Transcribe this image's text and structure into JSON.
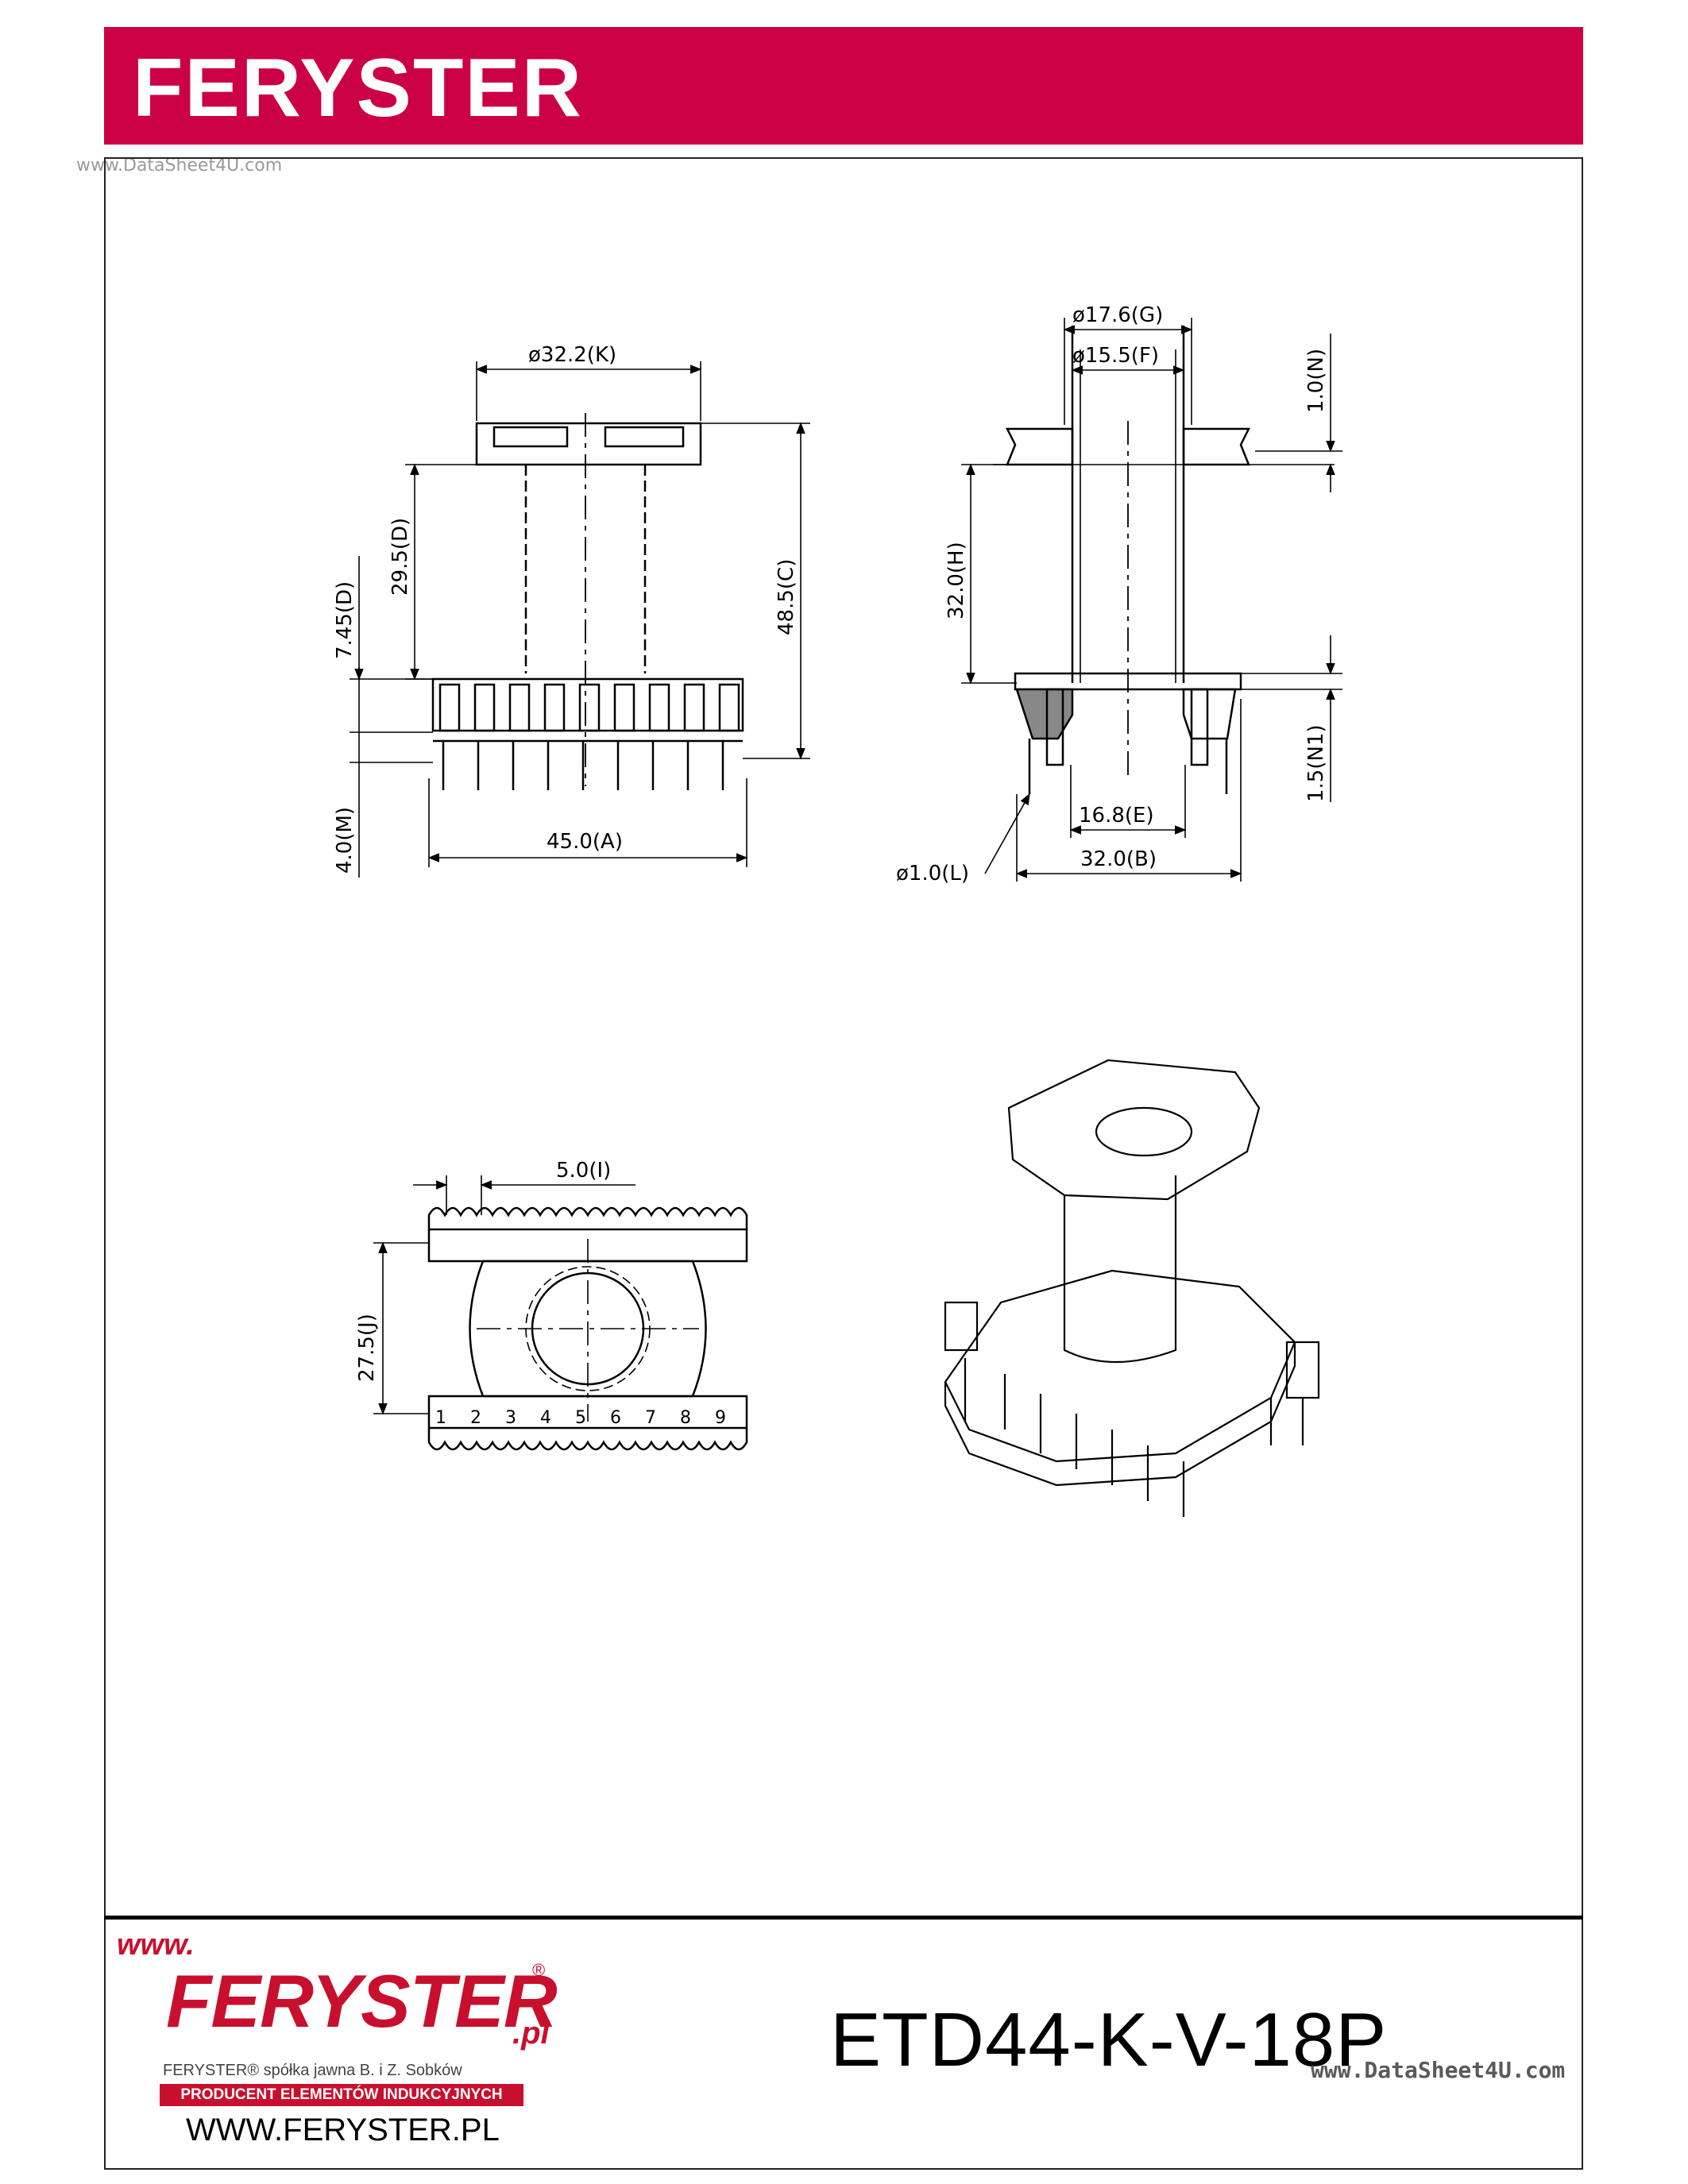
{
  "header": {
    "title": "FERYSTER",
    "accent_color": "#cc0044"
  },
  "watermark_top": "www.DataSheet4U.com",
  "watermark_bottom": "www.DataSheet4U.com",
  "front_view": {
    "dim_k": "ø32.2(K)",
    "dim_d1": "29.5(D)",
    "dim_d2": "7.45(D)",
    "dim_c": "48.5(C)",
    "dim_a": "45.0(A)",
    "dim_m": "4.0(M)"
  },
  "side_view": {
    "dim_g": "ø17.6(G)",
    "dim_f": "ø15.5(F)",
    "dim_n": "1.0(N)",
    "dim_h": "32.0(H)",
    "dim_n1": "1.5(N1)",
    "dim_e": "16.8(E)",
    "dim_l": "ø1.0(L)",
    "dim_b": "32.0(B)"
  },
  "bottom_view": {
    "dim_i": "5.0(I)",
    "dim_j": "27.5(J)",
    "pin_numbers": [
      "1",
      "2",
      "3",
      "4",
      "5",
      "6",
      "7",
      "8",
      "9"
    ]
  },
  "footer": {
    "logo_www": "www.",
    "logo_name": "FERYSTER",
    "logo_reg": "®",
    "logo_domain": ".pl",
    "company": "FERYSTER® spółka jawna B. i Z. Sobków",
    "tagline": "PRODUCENT ELEMENTÓW INDUKCYJNYCH",
    "website": "WWW.FERYSTER.PL",
    "part_number": "ETD44-K-V-18P",
    "brand_color": "#c8102e"
  }
}
